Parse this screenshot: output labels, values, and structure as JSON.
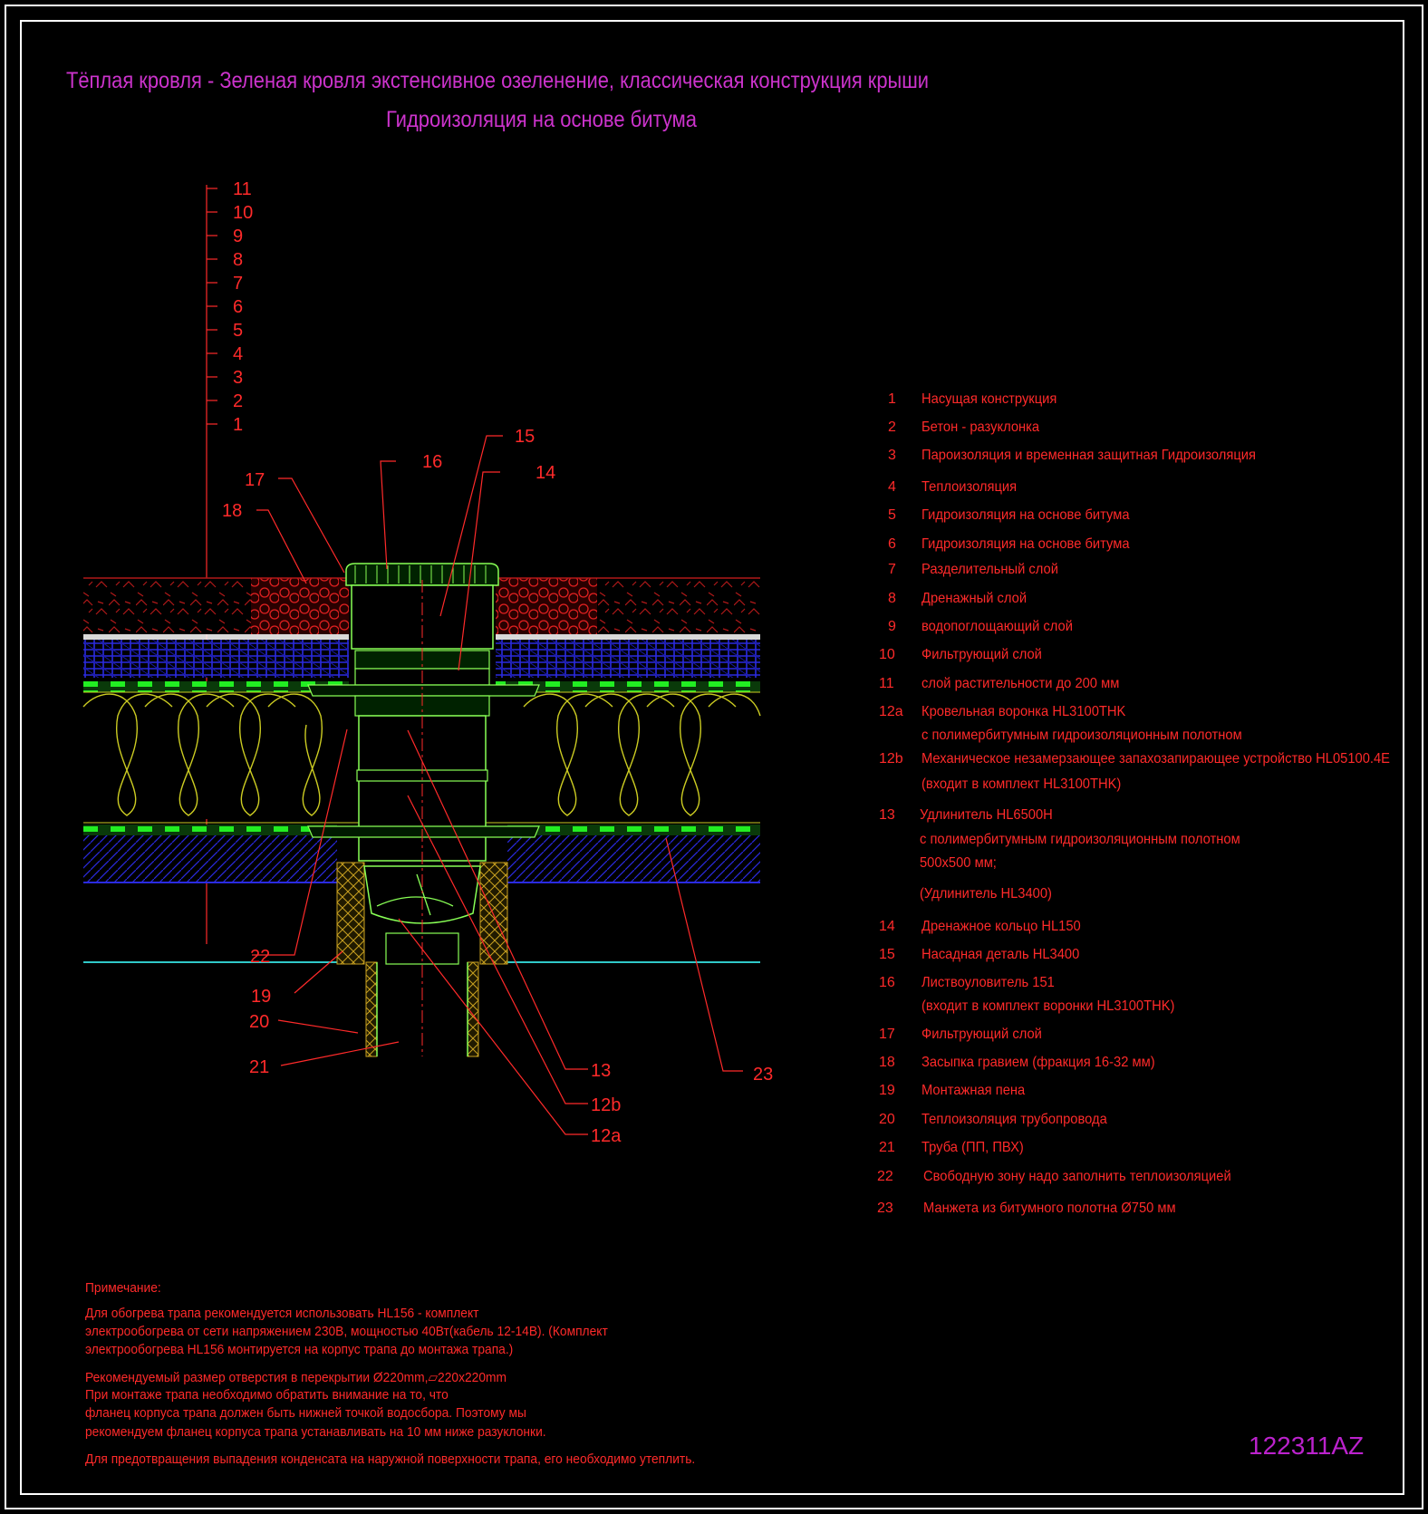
{
  "title": {
    "line1": "Тёплая кровля - Зеленая кровля экстенсивное озеленение, классическая конструкция крыши",
    "line2": "Гидроизоляция на основе битума"
  },
  "layer_callouts": [
    "11",
    "10",
    "9",
    "8",
    "7",
    "6",
    "5",
    "4",
    "3",
    "2",
    "1"
  ],
  "detail_callouts": {
    "c15": "15",
    "c16": "16",
    "c14": "14",
    "c17": "17",
    "c18": "18",
    "c22": "22",
    "c19": "19",
    "c20": "20",
    "c21": "21",
    "c13": "13",
    "c12b": "12b",
    "c12a": "12a",
    "c23": "23"
  },
  "legend": [
    {
      "num": "1",
      "lines": [
        "Насущая конструкция"
      ]
    },
    {
      "num": "2",
      "lines": [
        "Бетон - разуклонка"
      ]
    },
    {
      "num": "3",
      "lines": [
        "Пароизоляция и временная защитная Гидроизоляция"
      ]
    },
    {
      "num": "4",
      "lines": [
        "Теплоизоляция"
      ]
    },
    {
      "num": "5",
      "lines": [
        "Гидроизоляция на основе битума"
      ]
    },
    {
      "num": "6",
      "lines": [
        "Гидроизоляция на основе битума"
      ]
    },
    {
      "num": "7",
      "lines": [
        "Разделительный слой"
      ]
    },
    {
      "num": "8",
      "lines": [
        "Дренажный слой"
      ]
    },
    {
      "num": "9",
      "lines": [
        "водопоглощающий слой"
      ]
    },
    {
      "num": "10",
      "lines": [
        "Фильтрующий слой"
      ]
    },
    {
      "num": "11",
      "lines": [
        "слой растительности до 200 мм"
      ]
    },
    {
      "num": "12a",
      "lines": [
        "Кровельная воронка HL3100THK",
        "с полимербитумным гидроизоляционным полотном"
      ]
    },
    {
      "num": "12b",
      "lines": [
        "Механическое незамерзающее запахозапирающее устройство HL05100.4E",
        "(входит в комплект HL3100THK)"
      ]
    },
    {
      "num": "13",
      "lines": [
        "Удлинитель HL6500H",
        " с полимербитумным гидроизоляционным полотном",
        "500х500 мм;",
        "(Удлинитель HL3400)"
      ]
    },
    {
      "num": "14",
      "lines": [
        "Дренажное кольцо HL150"
      ]
    },
    {
      "num": "15",
      "lines": [
        "Насадная деталь HL3400"
      ]
    },
    {
      "num": "16",
      "lines": [
        "Листвоуловитель 151",
        "(входит в комплект воронки HL3100THK)"
      ]
    },
    {
      "num": "17",
      "lines": [
        "Фильтрующий слой"
      ]
    },
    {
      "num": "18",
      "lines": [
        "Засыпка гравием (фракция 16-32 мм)"
      ]
    },
    {
      "num": "19",
      "lines": [
        "Монтажная пена"
      ]
    },
    {
      "num": "20",
      "lines": [
        "Теплоизоляция трубопровода"
      ]
    },
    {
      "num": "21",
      "lines": [
        "Труба (ПП, ПВХ)"
      ]
    },
    {
      "num": "22",
      "lines": [
        "Свободную зону надо заполнить теплоизоляцией"
      ]
    },
    {
      "num": "23",
      "lines": [
        "Манжета из битумного полотна Ø750 мм"
      ]
    }
  ],
  "notes": {
    "heading": "Примечание:",
    "lines": [
      "Для обогрева трапа рекомендуется использовать HL156 - комплект",
      "электрообогрева от сети напряжением 230В, мощностью 40Вт(кабель 12-14В). (Комплект",
      "электрообогрева HL156 монтируется на корпус трапа до монтажа трапа.)",
      "Рекомендуемый размер отверстия в перекрытии Ø220mm,▱220х220mm",
      "При монтаже трапа необходимо обратить внимание на то, что",
      "фланец корпуса трапа должен быть нижней точкой водосбора. Поэтому мы",
      "рекомендуем фланец корпуса трапа устанавливать на 10 мм ниже разуклонки.",
      "Для предотвращения выпадения конденсата на наружной поверхности трапа, его необходимо утеплить."
    ]
  },
  "drawing_code": "122311AZ",
  "colors": {
    "background": "#000000",
    "frame": "#ffffff",
    "title": "#cc33cc",
    "callout": "#ff2a2a",
    "gravel": "#b01818",
    "drainage_blue": "#2a2ae0",
    "membrane_green": "#22ee22",
    "insulation_yellow": "#cccc22",
    "drain_body": "#88ff55",
    "slab_line": "#30c8c8"
  }
}
